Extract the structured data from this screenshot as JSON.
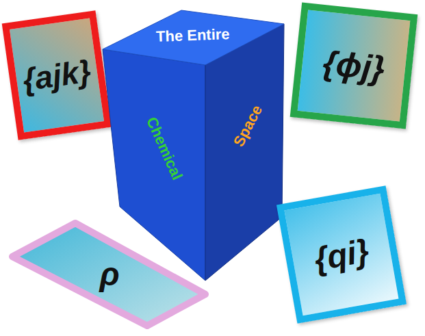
{
  "diagram": {
    "nodes": [
      {
        "text": [
          "{ajk}"
        ]
      },
      {
        "text": [
          "The Entire",
          "Chemical",
          "Space"
        ]
      },
      {
        "text": [
          "{ϕj}"
        ]
      },
      {
        "text": [
          "ρ"
        ]
      },
      {
        "text": [
          "{qi}"
        ]
      }
    ]
  }
}
